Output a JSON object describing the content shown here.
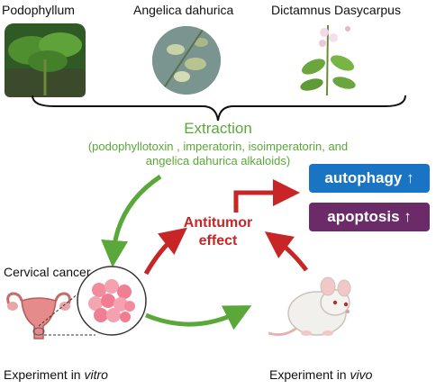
{
  "plants": [
    {
      "name": "Podophyllum"
    },
    {
      "name": "Angelica dahurica"
    },
    {
      "name": "Dictamnus Dasycarpus"
    }
  ],
  "extraction": {
    "title": "Extraction",
    "line1": "(podophyllotoxin , imperatorin, isoimperatorin, and",
    "line2": "angelica dahurica alkaloids)"
  },
  "effects": {
    "autophagy": "autophagy ↑",
    "apoptosis": "apoptosis ↑",
    "autophagy_color": "#1a74c4",
    "apoptosis_color": "#6b2a68"
  },
  "antitumor": {
    "line1": "Antitumor",
    "line2": "effect"
  },
  "cervical_cancer_label": "Cervical cancer",
  "experiments": {
    "vitro_prefix": "Experiment in ",
    "vitro_italic": "vitro",
    "vivo_prefix": "Experiment in ",
    "vivo_italic": "vivo"
  },
  "colors": {
    "green": "#5aa83a",
    "red": "#c82626"
  }
}
